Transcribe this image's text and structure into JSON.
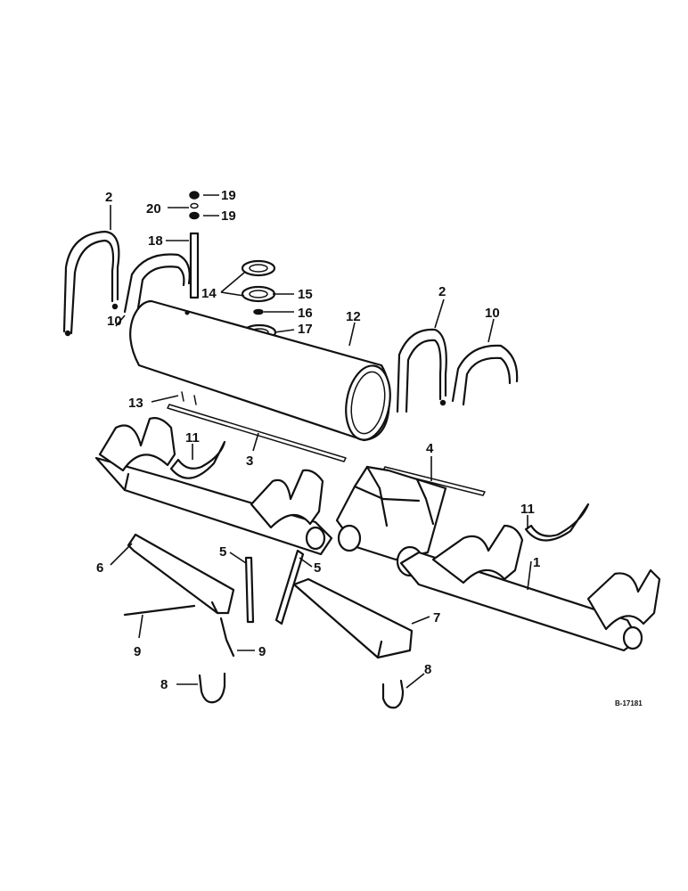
{
  "callouts": {
    "c1": "1",
    "c2a": "2",
    "c2b": "2",
    "c3": "3",
    "c4": "4",
    "c5a": "5",
    "c5b": "5",
    "c6": "6",
    "c7": "7",
    "c8a": "8",
    "c8b": "8",
    "c9a": "9",
    "c9b": "9",
    "c10a": "10",
    "c10b": "10",
    "c11a": "11",
    "c11b": "11",
    "c12": "12",
    "c13": "13",
    "c14": "14",
    "c15": "15",
    "c16": "16",
    "c17": "17",
    "c18": "18",
    "c19a": "19",
    "c19b": "19",
    "c20": "20"
  },
  "reference_code": "B-17181"
}
